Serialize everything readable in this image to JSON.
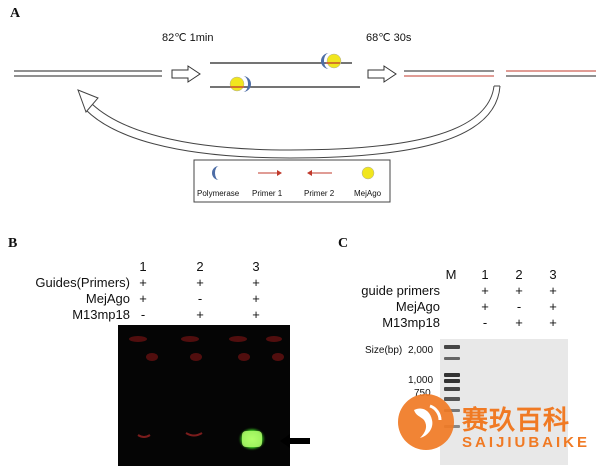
{
  "panel_a": {
    "letter": "A",
    "step1_label": "82℃ 1min",
    "step2_label": "68℃ 30s",
    "legend": {
      "polymerase": "Polymerase",
      "primer1": "Primer 1",
      "primer2": "Primer 2",
      "mejago": "MejAgo"
    }
  },
  "panel_b": {
    "letter": "B",
    "lanes": [
      "1",
      "2",
      "3"
    ],
    "rows": [
      {
        "label": "Guides(Primers)",
        "values": [
          "+",
          "+",
          "+"
        ]
      },
      {
        "label": "MejAgo",
        "values": [
          "+",
          "-",
          "+"
        ]
      },
      {
        "label": "M13mp18",
        "values": [
          "-",
          "+",
          "+"
        ]
      }
    ]
  },
  "panel_c": {
    "letter": "C",
    "marker_label": "M",
    "lanes": [
      "1",
      "2",
      "3"
    ],
    "rows": [
      {
        "label": "guide primers",
        "values": [
          "+",
          "+",
          "+"
        ]
      },
      {
        "label": "MejAgo",
        "values": [
          "+",
          "-",
          "+"
        ]
      },
      {
        "label": "M13mp18",
        "values": [
          "-",
          "+",
          "+"
        ]
      }
    ],
    "size_label": "Size(bp)",
    "sizes": [
      "2,000",
      "1,000",
      "750"
    ]
  },
  "watermark": {
    "cn": "赛玖百科",
    "en": "SAIJIUBAIKE"
  }
}
